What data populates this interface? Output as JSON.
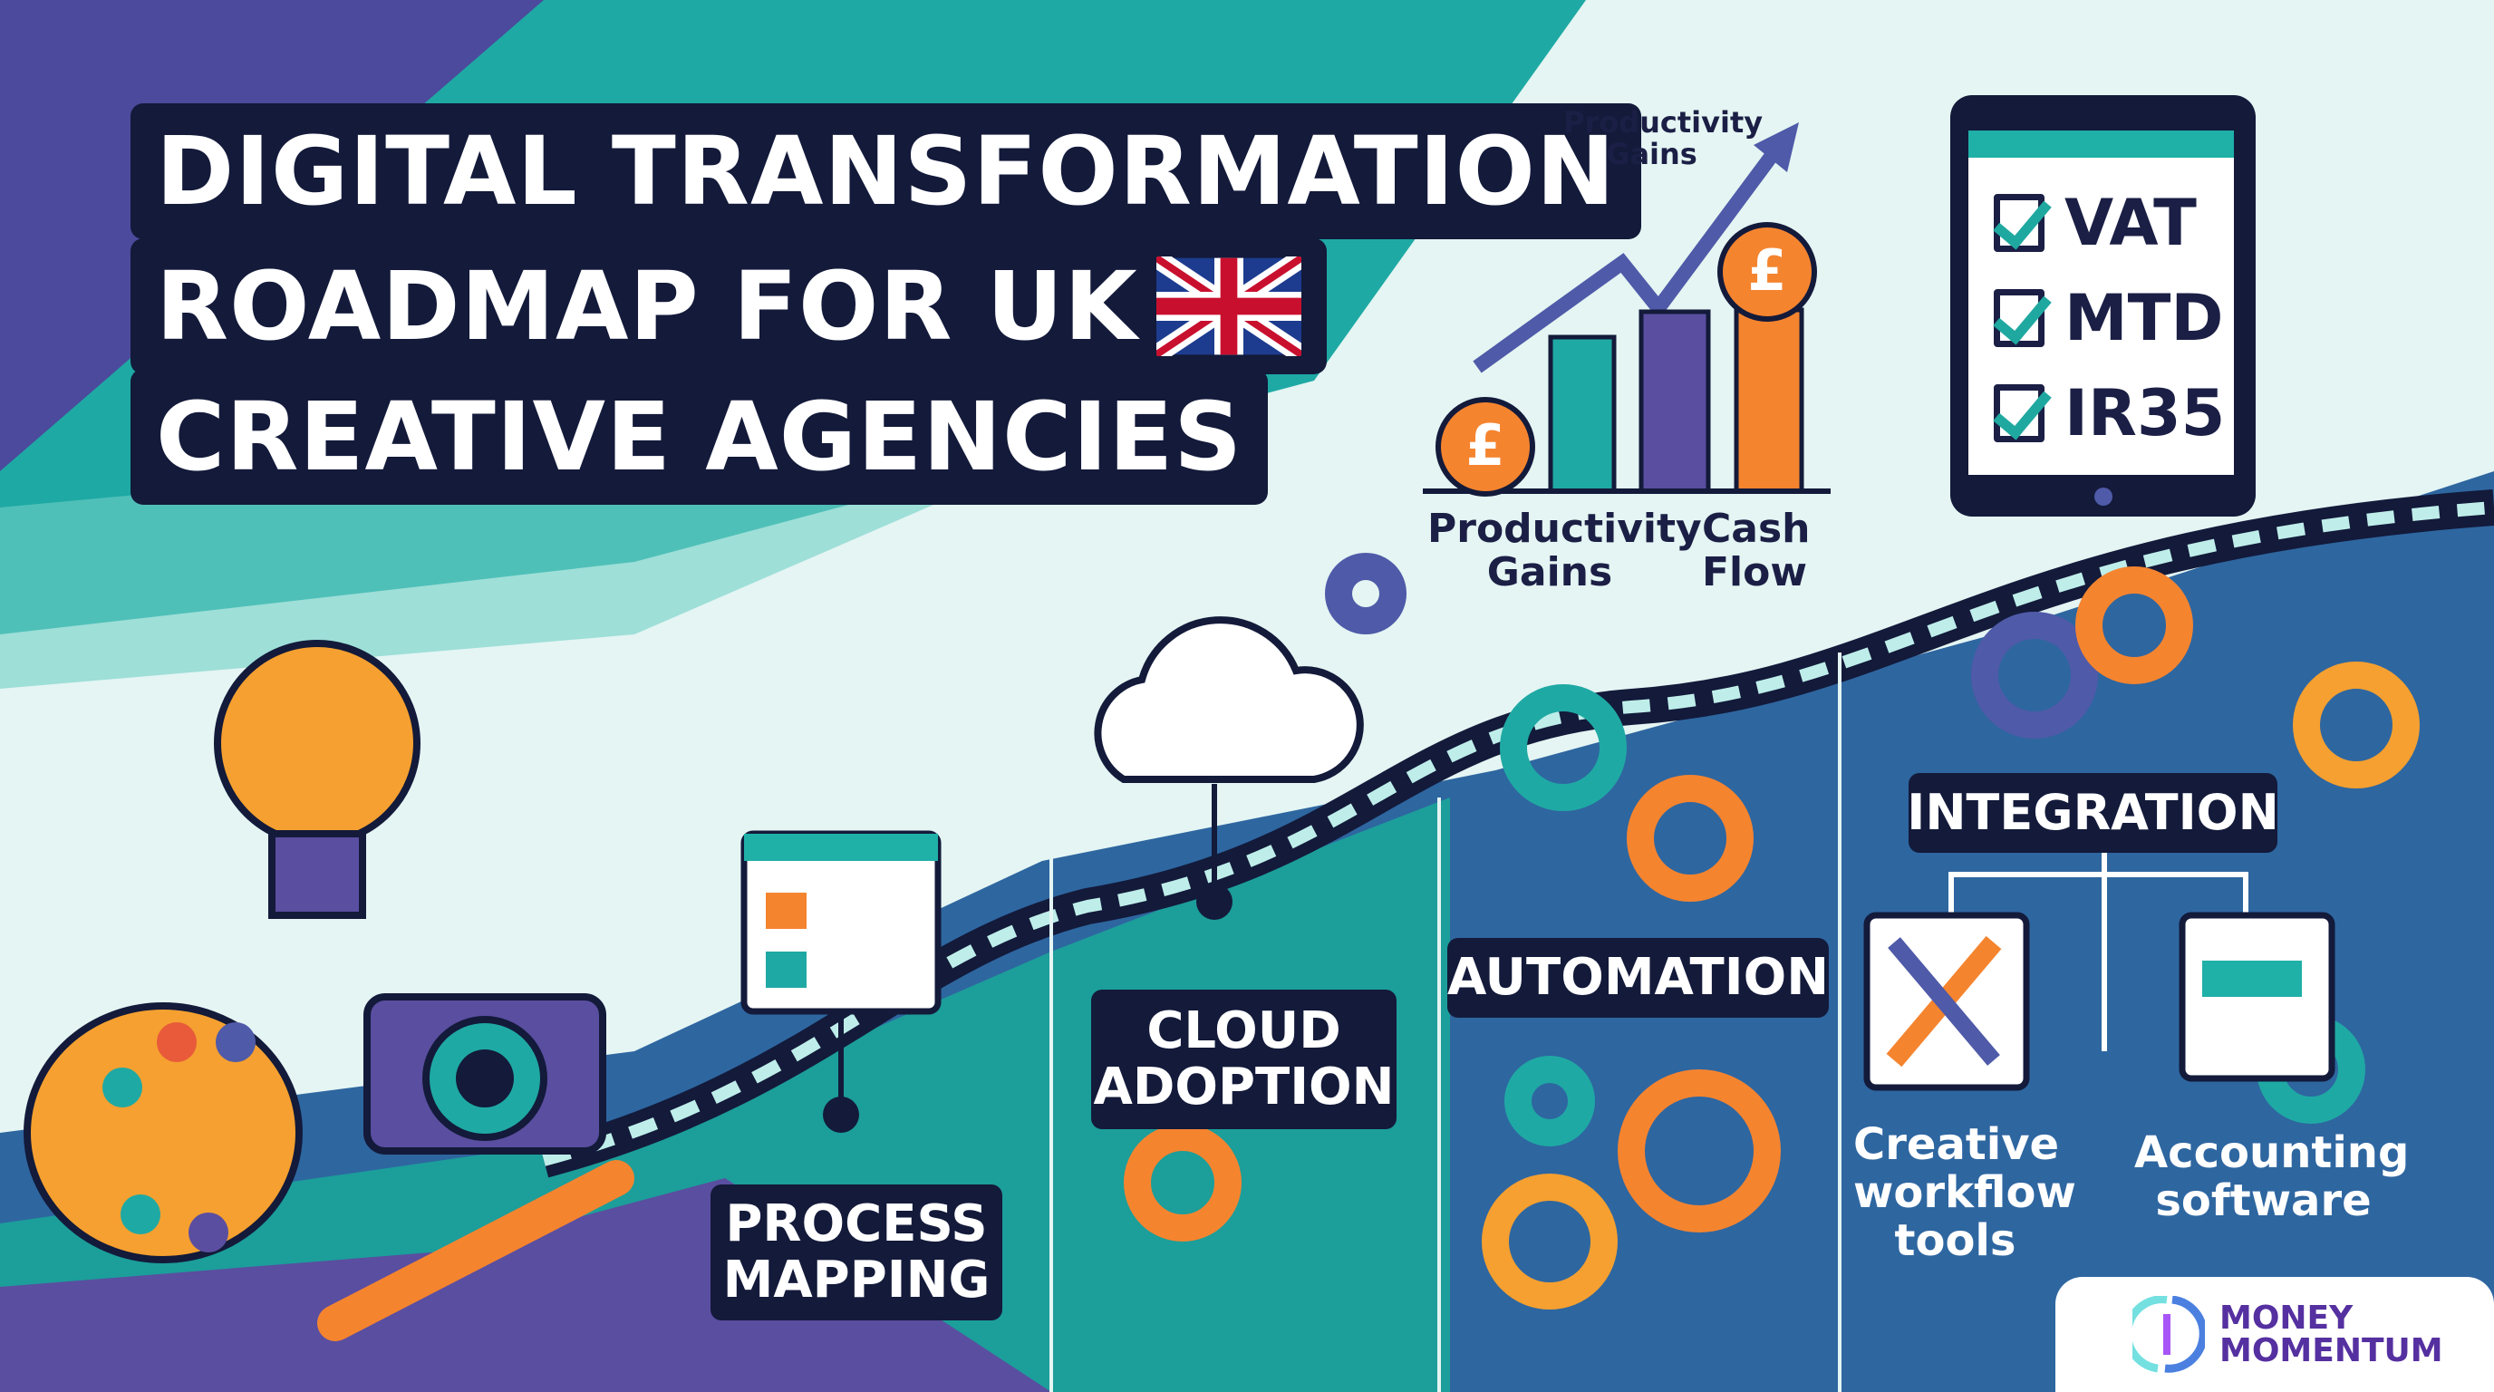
{
  "title": {
    "line1": "DIGITAL TRANSFORMATION",
    "line2": "ROADMAP FOR UK",
    "line3": "CREATIVE AGENCIES"
  },
  "chart": {
    "arrow_label": "Productivity Gains",
    "label_productivity": "Productivity Gains",
    "label_cashflow": "Cash Flow",
    "coin_symbol": "£"
  },
  "compliance": {
    "items": [
      "VAT",
      "MTD",
      "IR35"
    ]
  },
  "stages": {
    "process_mapping": "PROCESS MAPPING",
    "cloud_adoption": "CLOUD ADOPTION",
    "automation": "AUTOMATION",
    "integration": "INTEGRATION"
  },
  "integration": {
    "creative_tools": "Creative workflow tools",
    "accounting_software": "Accounting software"
  },
  "logo": {
    "line1": "MONEY",
    "line2": "MOMENTUM"
  },
  "colors": {
    "navy": "#131a3a",
    "teal": "#1fb0a8",
    "purple": "#5a4ea0",
    "orange": "#f5842f",
    "blue": "#2e66a0",
    "logo_purple": "#5530a0"
  }
}
